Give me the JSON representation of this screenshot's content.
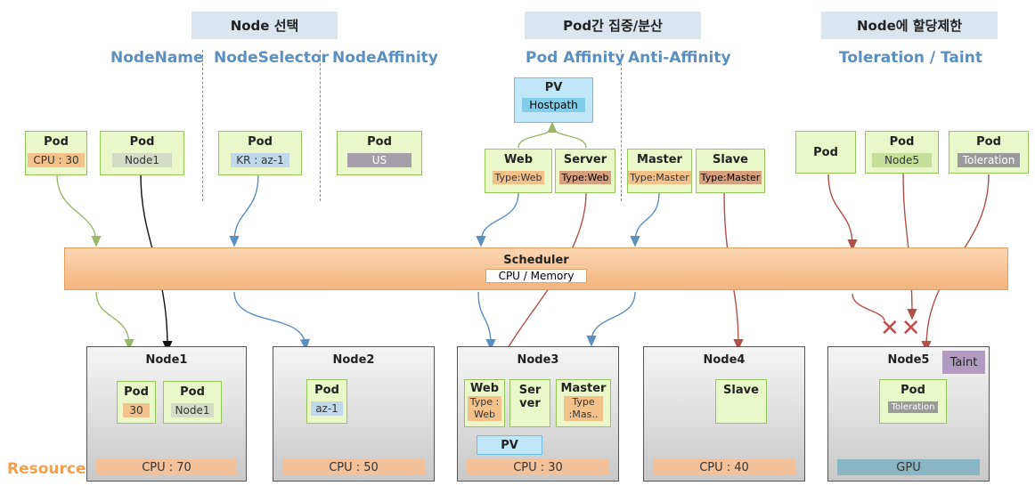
{
  "sections": {
    "node_select": {
      "header": "Node 선택",
      "sub1": "NodeName",
      "sub2": "NodeSelector",
      "sub3": "NodeAffinity",
      "pods": [
        {
          "title": "Pod",
          "tag": "CPU : 30"
        },
        {
          "title": "Pod",
          "tag": "Node1"
        },
        {
          "title": "Pod",
          "tag": "KR : az-1"
        },
        {
          "title": "Pod",
          "tag": "US"
        }
      ]
    },
    "pod_affinity": {
      "header": "Pod간 집중/분산",
      "sub1": "Pod Affinity",
      "sub2": "Anti-Affinity",
      "pv_title": "PV",
      "pv_tag": "Hostpath",
      "pods": [
        {
          "title": "Web",
          "tag": "Type:Web"
        },
        {
          "title": "Server",
          "tag": "Type:Web"
        },
        {
          "title": "Master",
          "tag": "Type:Master"
        },
        {
          "title": "Slave",
          "tag": "Type:Master"
        }
      ]
    },
    "node_limit": {
      "header": "Node에 할당제한",
      "sub1": "Toleration / Taint",
      "pods": [
        {
          "title": "Pod",
          "tag": ""
        },
        {
          "title": "Pod",
          "tag": "Node5"
        },
        {
          "title": "Pod",
          "tag": "Toleration"
        }
      ]
    }
  },
  "scheduler": {
    "title": "Scheduler",
    "tag": "CPU / Memory"
  },
  "resource_label": "Resource",
  "x_marks": "✕✕",
  "nodes": [
    {
      "title": "Node1",
      "resource": "CPU : 70",
      "pods": [
        {
          "title": "Pod",
          "tag": "30"
        },
        {
          "title": "Pod",
          "tag": "Node1"
        }
      ]
    },
    {
      "title": "Node2",
      "resource": "CPU : 50",
      "pods": [
        {
          "title": "Pod",
          "tag": "az-1"
        }
      ]
    },
    {
      "title": "Node3",
      "resource": "CPU : 30",
      "pods": [
        {
          "title": "Web",
          "tag": "Type : Web"
        },
        {
          "title": "Ser ver",
          "tag": ""
        },
        {
          "title": "Master",
          "tag": "Type :Mas.."
        }
      ],
      "pv": "PV"
    },
    {
      "title": "Node4",
      "resource": "CPU : 40",
      "pods": [
        {
          "title": "Slave",
          "tag": ""
        }
      ]
    },
    {
      "title": "Node5",
      "resource": "GPU",
      "taint": "Taint",
      "pods": [
        {
          "title": "Pod",
          "tag": "Toleration"
        }
      ]
    }
  ],
  "colors": {
    "accent_blue": "#5b8fc0",
    "pod_fill": "#e9f7c9",
    "scheduler_fill": "#f4b47c",
    "arrow_red": "#b0504a",
    "arrow_green": "#9ab86a",
    "arrow_blue": "#5b8fc0"
  }
}
